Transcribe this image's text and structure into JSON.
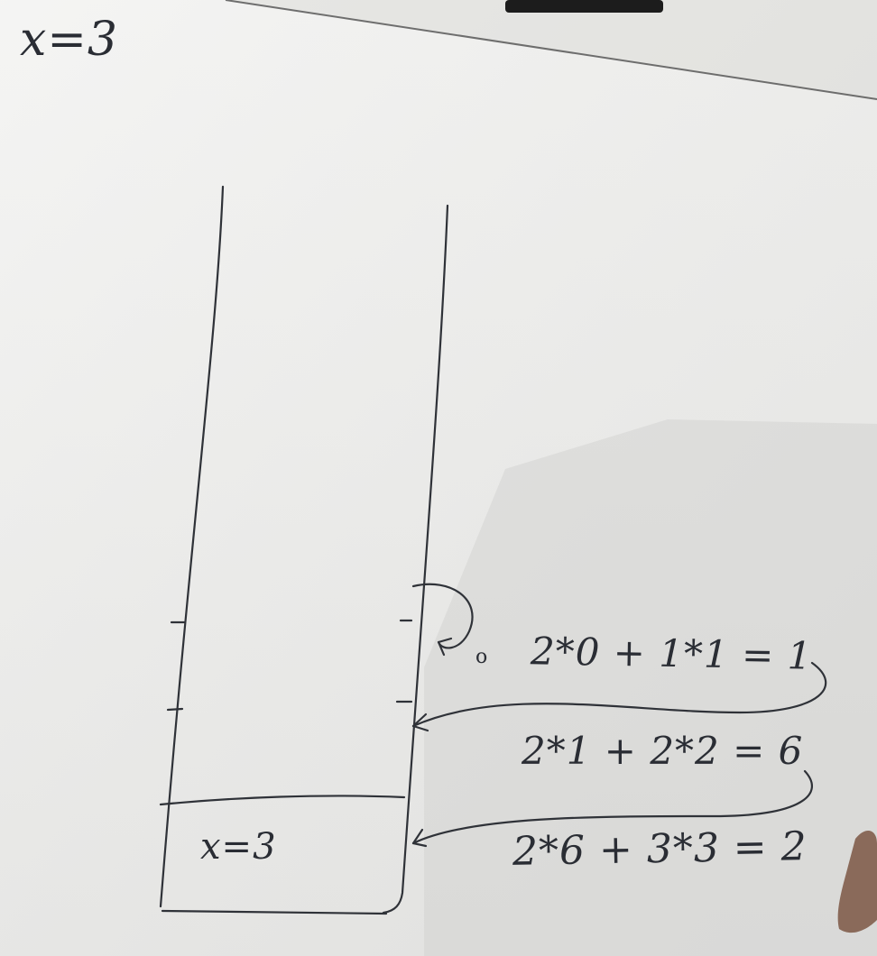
{
  "whiteboard": {
    "top_left_note": "x=3",
    "stack_cell_label": "x=3",
    "recursion_zero_mark": "o",
    "equations": [
      "2*0 + 1*1 = 1",
      "2*1 + 2*2 = 6",
      "2*6 + 3*3 = 2"
    ]
  },
  "colors": {
    "board": "#ececea",
    "marker_ink": "#2a2d34",
    "frame_edge": "#1c1c1c"
  }
}
